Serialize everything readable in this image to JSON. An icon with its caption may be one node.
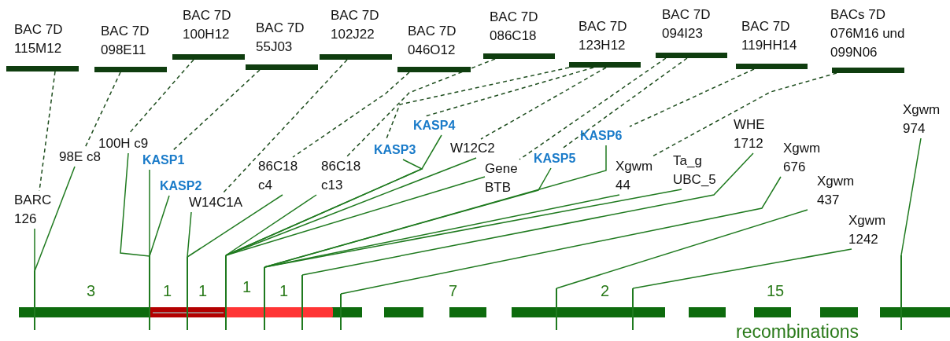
{
  "diagram": {
    "nodes": [
      {
        "text": [
          "BAC 7D 115M12"
        ]
      },
      {
        "text": [
          "BAC 7D 098E11"
        ]
      },
      {
        "text": [
          "BAC 7D 100H12"
        ]
      },
      {
        "text": [
          "BAC 7D 55J03"
        ]
      },
      {
        "text": [
          "BAC 7D 102J22"
        ]
      },
      {
        "text": [
          "BAC 7D 046O12"
        ]
      },
      {
        "text": [
          "BAC 7D 086C18"
        ]
      },
      {
        "text": [
          "BAC 7D 123H12"
        ]
      },
      {
        "text": [
          "BAC 7D 094I23"
        ]
      },
      {
        "text": [
          "BAC 7D 119HH14"
        ]
      },
      {
        "text": [
          "BACs 7D 076M16 und 099N06"
        ]
      },
      {
        "text": [
          "BARC 126"
        ]
      },
      {
        "text": [
          "98E c8"
        ]
      },
      {
        "text": [
          "100H c9"
        ]
      },
      {
        "text": [
          "KASP1"
        ]
      },
      {
        "text": [
          "KASP2"
        ]
      },
      {
        "text": [
          "W14C1A"
        ]
      },
      {
        "text": [
          "86C18 c4"
        ]
      },
      {
        "text": [
          "86C18 c13"
        ]
      },
      {
        "text": [
          "KASP3"
        ]
      },
      {
        "text": [
          "KASP4"
        ]
      },
      {
        "text": [
          "W12C2"
        ]
      },
      {
        "text": [
          "Gene BTB"
        ]
      },
      {
        "text": [
          "KASP5"
        ]
      },
      {
        "text": [
          "KASP6"
        ]
      },
      {
        "text": [
          "Xgwm 44"
        ]
      },
      {
        "text": [
          "Ta_g UBC_5"
        ]
      },
      {
        "text": [
          "WHE 1712"
        ]
      },
      {
        "text": [
          "Xgwm 676"
        ]
      },
      {
        "text": [
          "Xgwm 437"
        ]
      },
      {
        "text": [
          "Xgwm 1242"
        ]
      },
      {
        "text": [
          "Xgwm 974"
        ]
      },
      {
        "text": [],
        "shape": "bar"
      },
      {
        "text": [],
        "shape": "bar"
      },
      {
        "text": [],
        "shape": "bar"
      },
      {
        "text": [],
        "shape": "bar"
      },
      {
        "text": [],
        "shape": "bar"
      },
      {
        "text": [],
        "shape": "bar"
      },
      {
        "text": [],
        "shape": "bar"
      },
      {
        "text": [],
        "shape": "bar"
      },
      {
        "text": [],
        "shape": "bar"
      },
      {
        "text": [],
        "shape": "bar"
      }
    ],
    "edges": [
      {
        "from": 0,
        "to": 11,
        "arrow": "none",
        "style": "dashed",
        "color": "#1e4d1e"
      },
      {
        "from": 1,
        "to": 12,
        "arrow": "none",
        "style": "dashed",
        "color": "#1e4d1e"
      },
      {
        "from": 2,
        "to": 13,
        "arrow": "none",
        "style": "dashed",
        "color": "#1e4d1e"
      },
      {
        "from": 3,
        "to": 14,
        "arrow": "none",
        "style": "dashed",
        "color": "#1e4d1e"
      },
      {
        "from": 4,
        "to": 16,
        "arrow": "none",
        "style": "dashed",
        "color": "#1e4d1e"
      },
      {
        "from": 5,
        "to": 17,
        "arrow": "none",
        "style": "dashed",
        "color": "#1e4d1e"
      },
      {
        "from": 6,
        "to": 18,
        "arrow": "none",
        "style": "dashed",
        "color": "#1e4d1e"
      },
      {
        "from": 7,
        "to": 19,
        "arrow": "none",
        "style": "dashed",
        "color": "#1e4d1e"
      },
      {
        "from": 7,
        "to": 20,
        "arrow": "none",
        "style": "dashed",
        "color": "#1e4d1e"
      },
      {
        "from": 7,
        "to": 21,
        "arrow": "none",
        "style": "dashed",
        "color": "#1e4d1e"
      },
      {
        "from": 8,
        "to": 22,
        "arrow": "none",
        "style": "dashed",
        "color": "#1e4d1e"
      },
      {
        "from": 8,
        "to": 23,
        "arrow": "none",
        "style": "dashed",
        "color": "#1e4d1e"
      },
      {
        "from": 9,
        "to": 24,
        "arrow": "none",
        "style": "dashed",
        "color": "#1e4d1e"
      },
      {
        "from": 10,
        "to": 25,
        "arrow": "none",
        "style": "dashed",
        "color": "#1e4d1e"
      },
      {
        "from": 11,
        "to": 32,
        "arrow": "none"
      },
      {
        "from": 12,
        "to": 32,
        "arrow": "none"
      },
      {
        "from": 13,
        "to": 33,
        "arrow": "none"
      },
      {
        "from": 14,
        "to": 33,
        "arrow": "none"
      },
      {
        "from": 15,
        "to": 33,
        "arrow": "none"
      },
      {
        "from": 16,
        "to": 34,
        "arrow": "none"
      },
      {
        "from": 17,
        "to": 34,
        "arrow": "none"
      },
      {
        "from": 18,
        "to": 35,
        "arrow": "none"
      },
      {
        "from": 19,
        "to": 35,
        "arrow": "none"
      },
      {
        "from": 20,
        "to": 35,
        "arrow": "none"
      },
      {
        "from": 21,
        "to": 35,
        "arrow": "none"
      },
      {
        "from": 22,
        "to": 35,
        "arrow": "none"
      },
      {
        "from": 23,
        "to": 36,
        "arrow": "none"
      },
      {
        "from": 24,
        "to": 36,
        "arrow": "none"
      },
      {
        "from": 25,
        "to": 36,
        "arrow": "none"
      },
      {
        "from": 26,
        "to": 36,
        "arrow": "none"
      },
      {
        "from": 27,
        "to": 37,
        "arrow": "none"
      },
      {
        "from": 28,
        "to": 38,
        "arrow": "none"
      },
      {
        "from": 29,
        "to": 39,
        "arrow": "none"
      },
      {
        "from": 30,
        "to": 40,
        "arrow": "none"
      },
      {
        "from": 31,
        "to": 41,
        "arrow": "none"
      }
    ],
    "labels": [
      "3",
      "1",
      "1",
      "1",
      "1",
      "7",
      "2",
      "15",
      "recombinations"
    ]
  }
}
